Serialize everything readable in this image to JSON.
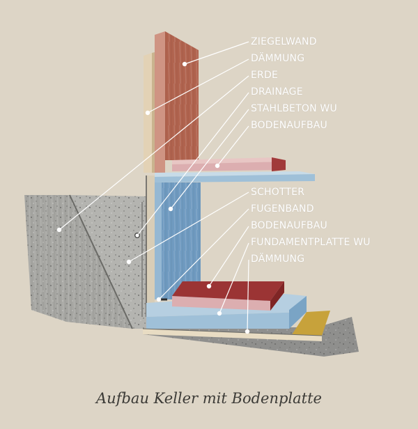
{
  "caption": "Aufbau Keller mit Bodenplatte",
  "labels_upper": [
    "ZIEGELWAND",
    "DÄMMUNG",
    "ERDE",
    "DRAINAGE",
    "STAHLBETON WU",
    "BODENAUFBAU"
  ],
  "labels_lower": [
    "SCHOTTER",
    "FUGENBAND",
    "BODENAUFBAU",
    "FUNDAMENTPLATTE WU",
    "DÄMMUNG"
  ],
  "colors": {
    "background": "#ddd5c6",
    "brick": "#b0634e",
    "insulation": "#e3d2b5",
    "soil": "#a9a9a5",
    "concrete": "#6f9ac0",
    "floor_finish": "#dcaeb0",
    "floor_red": "#9b3434",
    "gravel": "#8f8f8d",
    "yellow_board": "#c7a23b",
    "slab": "#9fc0d8",
    "leader": "#ffffff"
  }
}
